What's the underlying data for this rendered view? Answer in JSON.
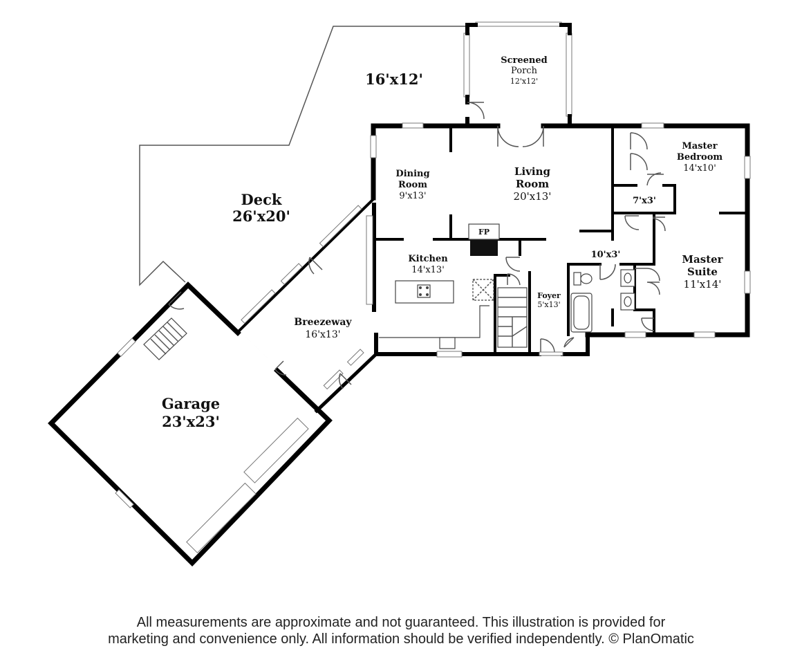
{
  "rooms": {
    "deck_upper": {
      "dim": "16'x12'"
    },
    "screened_porch": {
      "name_line1": "Screened",
      "name_line2": "Porch",
      "dim": "12'x12'"
    },
    "deck": {
      "name": "Deck",
      "dim": "26'x20'"
    },
    "dining_room": {
      "name_line1": "Dining",
      "name_line2": "Room",
      "dim": "9'x13'"
    },
    "living_room": {
      "name_line1": "Living",
      "name_line2": "Room",
      "dim": "20'x13'"
    },
    "master_bedroom": {
      "name_line1": "Master",
      "name_line2": "Bedroom",
      "dim": "14'x10'"
    },
    "closet": {
      "dim": "7'x3'"
    },
    "fireplace": {
      "label": "FP"
    },
    "kitchen": {
      "name": "Kitchen",
      "dim": "14'x13'"
    },
    "hall": {
      "dim": "10'x3'"
    },
    "master_suite": {
      "name_line1": "Master",
      "name_line2": "Suite",
      "dim": "11'x14'"
    },
    "foyer": {
      "name": "Foyer",
      "dim": "5'x13'"
    },
    "breezeway": {
      "name": "Breezeway",
      "dim": "16'x13'"
    },
    "garage": {
      "name": "Garage",
      "dim": "23'x23'"
    }
  },
  "disclaimer": {
    "line1": "All measurements are approximate and not guaranteed. This illustration is provided for",
    "line2": "marketing and convenience only. All information should be verified independently. © PlanOmatic"
  }
}
